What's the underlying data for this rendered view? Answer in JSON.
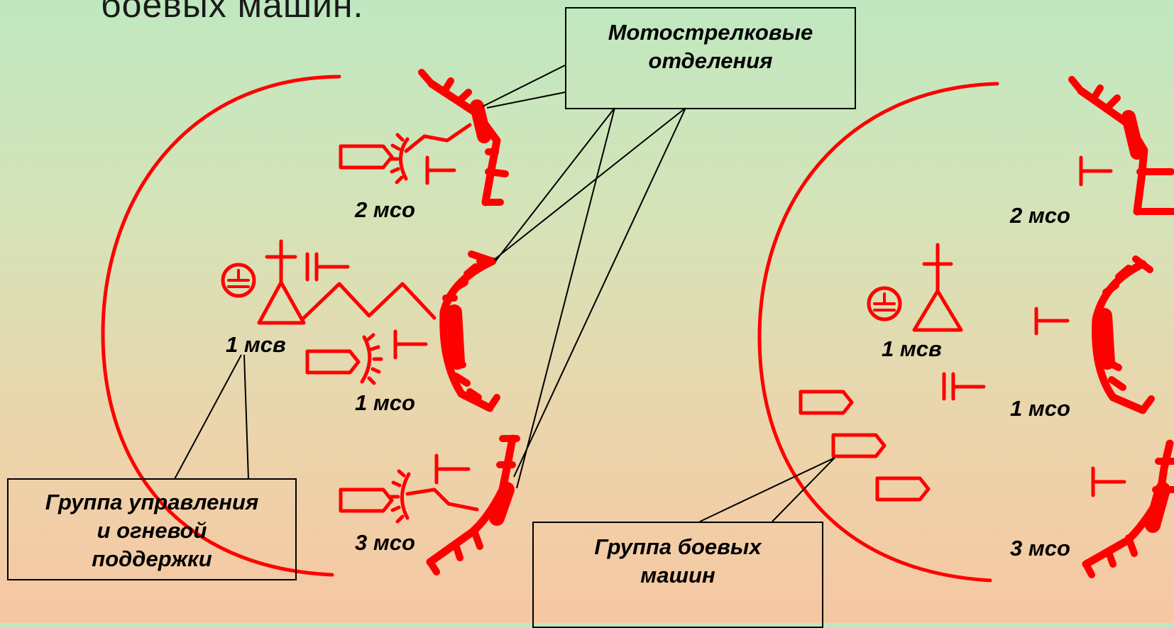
{
  "header": {
    "title_fragment": "боевых машин."
  },
  "callouts": {
    "squads": [
      "Мотострелковые",
      "отделения"
    ],
    "command_group": [
      "Группа управления",
      "и огневой",
      "поддержки"
    ],
    "vehicle_group": [
      "Группа боевых",
      "машин"
    ]
  },
  "left_formation": {
    "platoon_label": "1 мсв",
    "squad_labels": {
      "second": "2 мсо",
      "first": "1 мсо",
      "third": "3 мсо"
    }
  },
  "right_formation": {
    "platoon_label": "1 мсв",
    "squad_labels": {
      "second": "2 мсо",
      "first": "1 мсо",
      "third": "3 мсо"
    }
  },
  "colors": {
    "symbol": "#ff0000",
    "leader": "#000000",
    "callout_border": "#000000"
  }
}
